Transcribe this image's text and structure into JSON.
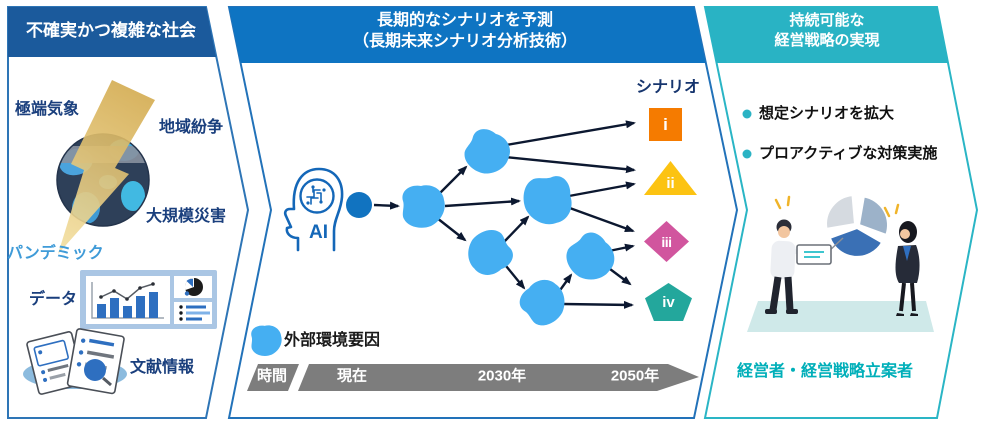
{
  "left_panel": {
    "title": "不確実かつ複雑な社会",
    "labels": {
      "extreme_weather": "極端気象",
      "regional_conflict": "地域紛争",
      "pandemic": "パンデミック",
      "large_scale_disaster": "大規模災害",
      "data": "データ",
      "literature": "文献情報"
    }
  },
  "center_panel": {
    "title_line1": "長期的なシナリオを予測",
    "title_line2": "（長期未来シナリオ分析技術）",
    "ai_label": "AI",
    "scenario_header": "シナリオ",
    "scenarios": [
      {
        "numeral": "i",
        "shape": "square",
        "color": "#f57b00"
      },
      {
        "numeral": "ii",
        "shape": "triangle",
        "color": "#fcc312"
      },
      {
        "numeral": "iii",
        "shape": "diamond",
        "color": "#d1559e"
      },
      {
        "numeral": "iv",
        "shape": "pentagon",
        "color": "#23a79c"
      }
    ],
    "legend_label": "外部環境要因",
    "timeline": {
      "axis_label": "時間",
      "ticks": [
        "現在",
        "2030年",
        "2050年"
      ]
    },
    "tree": {
      "nodes": [
        "start",
        "n1",
        "n2",
        "n3",
        "n4",
        "n5",
        "n6"
      ],
      "edges": [
        [
          "start",
          "n1"
        ],
        [
          "n1",
          "n2"
        ],
        [
          "n1",
          "n3"
        ],
        [
          "n1",
          "n4"
        ],
        [
          "n2",
          "scenario-i"
        ],
        [
          "n2",
          "scenario-ii"
        ],
        [
          "n3",
          "scenario-ii"
        ],
        [
          "n3",
          "scenario-iii"
        ],
        [
          "n4",
          "n3"
        ],
        [
          "n4",
          "n6"
        ],
        [
          "n6",
          "n5"
        ],
        [
          "n6",
          "scenario-iv"
        ],
        [
          "n5",
          "scenario-iii"
        ],
        [
          "n5",
          "scenario-iv"
        ]
      ]
    }
  },
  "right_panel": {
    "title_line1": "持続可能な",
    "title_line2": "経営戦略の実現",
    "bullets": [
      "想定シナリオを拡大",
      "プロアクティブな対策実施"
    ],
    "audience": "経営者・経営戦略立案者"
  },
  "colors": {
    "left_header": "#1b5a9c",
    "center_header": "#0e74c2",
    "right_header": "#29b3c4",
    "panel_border_blue": "#2272b9",
    "panel_border_teal": "#2ab5c5",
    "node_blue": "#45aff2",
    "start_node": "#1173c0",
    "arrow": "#0c1830",
    "timeline_gray": "#7d7d7d",
    "label_navy": "#1a3f7d",
    "pandemic_blue": "#3f9bd8",
    "audience_teal": "#00afb9"
  }
}
